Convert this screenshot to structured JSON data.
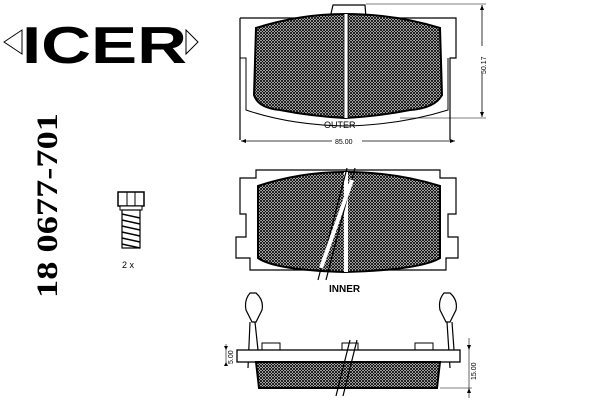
{
  "brand": "ICER",
  "part_number": "18 0677-701",
  "bolt": {
    "quantity_label": "2 x"
  },
  "outer_pad": {
    "label": "OUTER",
    "width_dim": "85.00",
    "height_dim": "50.17"
  },
  "inner_pad": {
    "label": "INNER"
  },
  "side_view": {
    "plate_thickness_dim": "5.00",
    "total_thickness_dim": "15.00"
  }
}
